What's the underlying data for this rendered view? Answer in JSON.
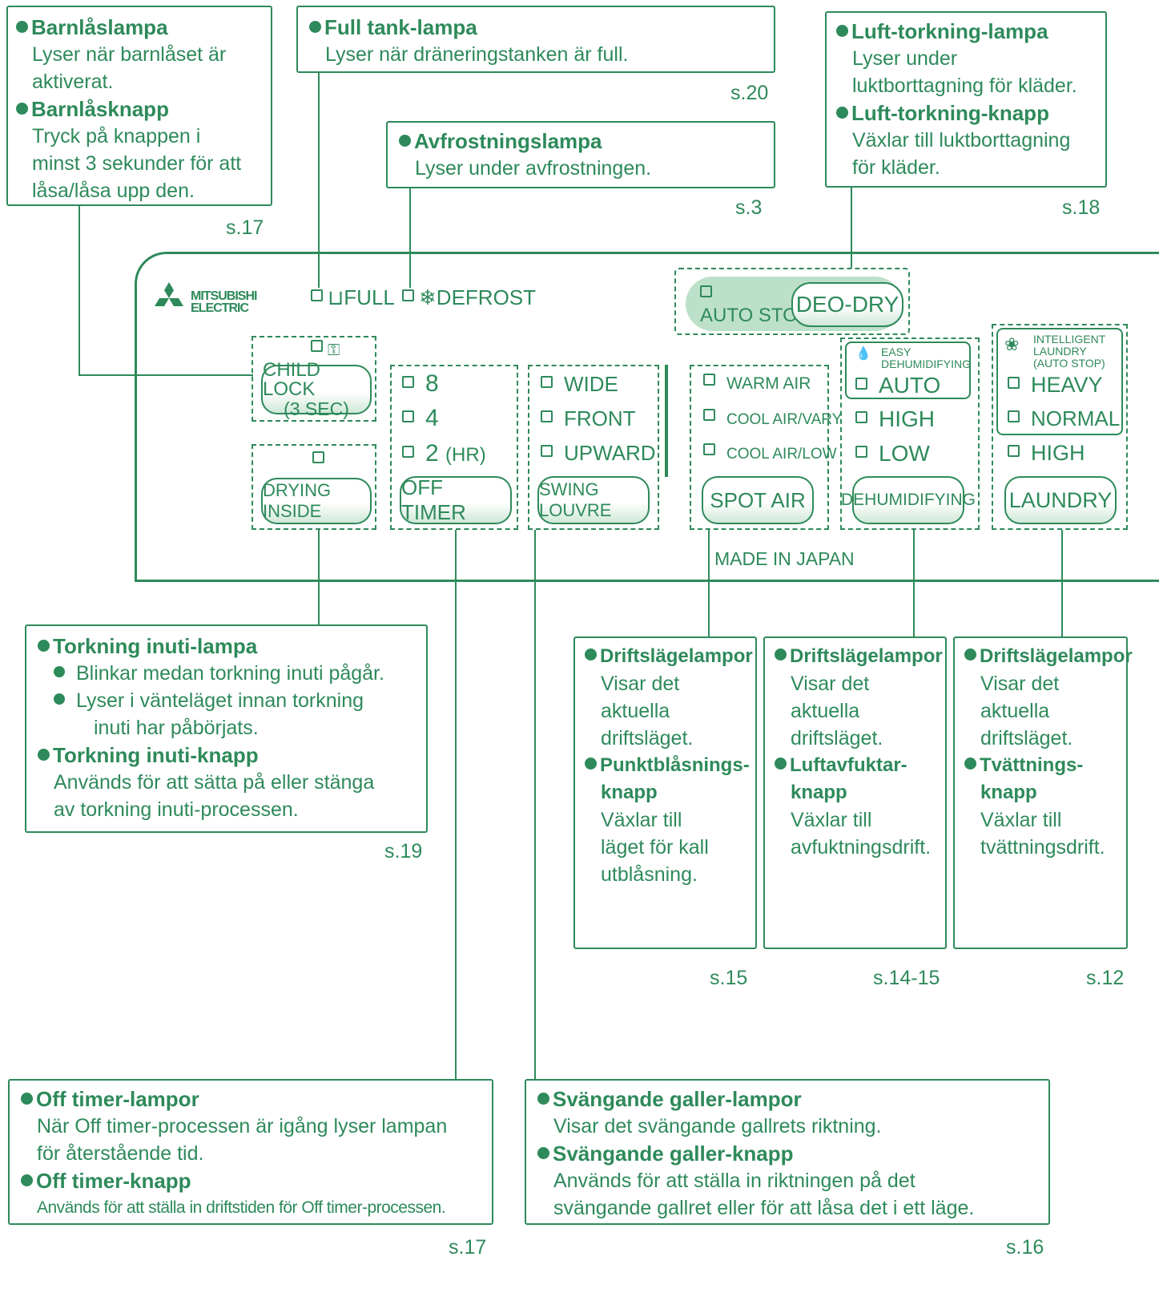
{
  "callouts": {
    "child_lock": {
      "lamp_title": "Barnlåslampa",
      "lamp_text": "Lyser när barnlåset är\naktiverat.",
      "button_title": "Barnlåsknapp",
      "button_text": "Tryck på knappen i\nminst 3 sekunder för att\nlåsa/låsa upp den.",
      "page": "s.17"
    },
    "full_tank": {
      "lamp_title": "Full tank-lampa",
      "lamp_text": "Lyser när dräneringstanken är full.",
      "page": "s.20"
    },
    "defrost": {
      "lamp_title": "Avfrostningslampa",
      "lamp_text": "Lyser under avfrostningen.",
      "page": "s.3"
    },
    "air_dry": {
      "lamp_title": "Luft-torkning-lampa",
      "lamp_text": "Lyser under\nluktborttagning för kläder.",
      "button_title": "Luft-torkning-knapp",
      "button_text": "Växlar till luktborttagning\nför kläder.",
      "page": "s.18"
    },
    "drying_inside": {
      "lamp_title": "Torkning inuti-lampa",
      "bullet1": "Blinkar medan torkning inuti pågår.",
      "bullet2_line1": "Lyser i vänteläget innan torkning",
      "bullet2_line2": "inuti har påbörjats.",
      "button_title": "Torkning inuti-knapp",
      "button_text": "Används för att sätta på eller stänga\nav torkning inuti-processen.",
      "page": "s.19"
    },
    "spot_air": {
      "lamp_title": "Driftslägelampor",
      "lamp_text": "Visar det\naktuella\ndriftsläget.",
      "button_title_line1": "Punktblåsnings-",
      "button_title_line2": "knapp",
      "button_text": "Växlar till\nläget för kall\nutblåsning.",
      "page": "s.15"
    },
    "dehumidifying": {
      "lamp_title": "Driftslägelampor",
      "lamp_text": "Visar det\naktuella\ndriftsläget.",
      "button_title_line1": "Luftavfuktar-",
      "button_title_line2": "knapp",
      "button_text": "Växlar till\navfuktningsdrift.",
      "page": "s.14-15"
    },
    "laundry": {
      "lamp_title": "Driftslägelampor",
      "lamp_text": "Visar det\naktuella\ndriftsläget.",
      "button_title_line1": "Tvättnings-",
      "button_title_line2": "knapp",
      "button_text": "Växlar till\ntvättningsdrift.",
      "page": "s.12"
    },
    "off_timer": {
      "lamp_title": "Off timer-lampor",
      "lamp_text": "När Off timer-processen är igång lyser lampan\nför återstående tid.",
      "button_title": "Off timer-knapp",
      "button_text": "Används för att ställa in driftstiden för Off timer-processen.",
      "page": "s.17"
    },
    "swing": {
      "lamp_title": "Svängande galler-lampor",
      "lamp_text": "Visar det svängande gallrets riktning.",
      "button_title": "Svängande galler-knapp",
      "button_text": "Används för att ställa in riktningen på det\nsvängande gallret eller för att låsa det i ett läge.",
      "page": "s.16"
    }
  },
  "panel": {
    "brand_line1": "MITSUBISHI",
    "brand_line2": "ELECTRIC",
    "full_label": "FULL",
    "defrost_label": "DEFROST",
    "auto_stop": "AUTO STOP",
    "deo_dry": "DEO-DRY",
    "child_lock_line1": "CHILD LOCK",
    "child_lock_line2": "(3 SEC)",
    "drying_inside": "DRYING INSIDE",
    "timer_8": "8",
    "timer_4": "4",
    "timer_2": "2",
    "timer_unit": "(HR)",
    "off_timer": "OFF TIMER",
    "louvre_wide": "WIDE",
    "louvre_front": "FRONT",
    "louvre_upward": "UPWARD",
    "swing_louvre": "SWING LOUVRE",
    "warm_air": "WARM AIR",
    "cool_vary": "COOL AIR/VARY",
    "cool_low": "COOL AIR/LOW",
    "spot_air": "SPOT AIR",
    "easy_line1": "EASY",
    "easy_line2": "DEHUMIDIFYING",
    "dh_auto": "AUTO",
    "dh_high": "HIGH",
    "dh_low": "LOW",
    "dehumidifying": "DEHUMIDIFYING",
    "intel_line1": "INTELLIGENT",
    "intel_line2": "LAUNDRY",
    "intel_line3": "(AUTO STOP)",
    "ld_heavy": "HEAVY",
    "ld_normal": "NORMAL",
    "ld_high": "HIGH",
    "laundry": "LAUNDRY",
    "made_in": "MADE IN JAPAN"
  },
  "colors": {
    "accent": "#2e8a5a"
  }
}
